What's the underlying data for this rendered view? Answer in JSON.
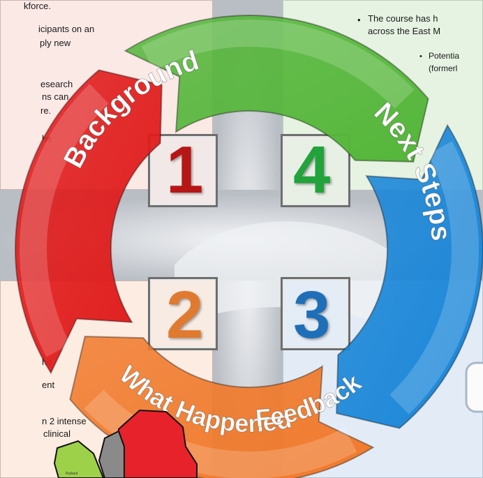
{
  "segments": [
    {
      "label": "Background",
      "number": "1",
      "color": "#e01b1b",
      "number_color": "#b71616"
    },
    {
      "label": "What Happened",
      "number": "2",
      "color": "#f07a2c",
      "number_color": "#e07a30"
    },
    {
      "label": "Feedback",
      "number": "3",
      "color": "#1a86d8",
      "number_color": "#1f6fb8"
    },
    {
      "label": "Next Steps",
      "number": "4",
      "color": "#55b63a",
      "number_color": "#22a33c"
    }
  ],
  "left_top_lines": [
    "kforce.",
    "icipants on an",
    "ply new",
    "esearch",
    "ns can",
    "re.",
    "he"
  ],
  "left_bottom_lines": [
    "he",
    "ent",
    "n 2 intense",
    "clinical"
  ],
  "right_top_lines": [
    "The course has h",
    "across the East M",
    "Potentia",
    "(formerl"
  ],
  "map_label": "Rutland"
}
